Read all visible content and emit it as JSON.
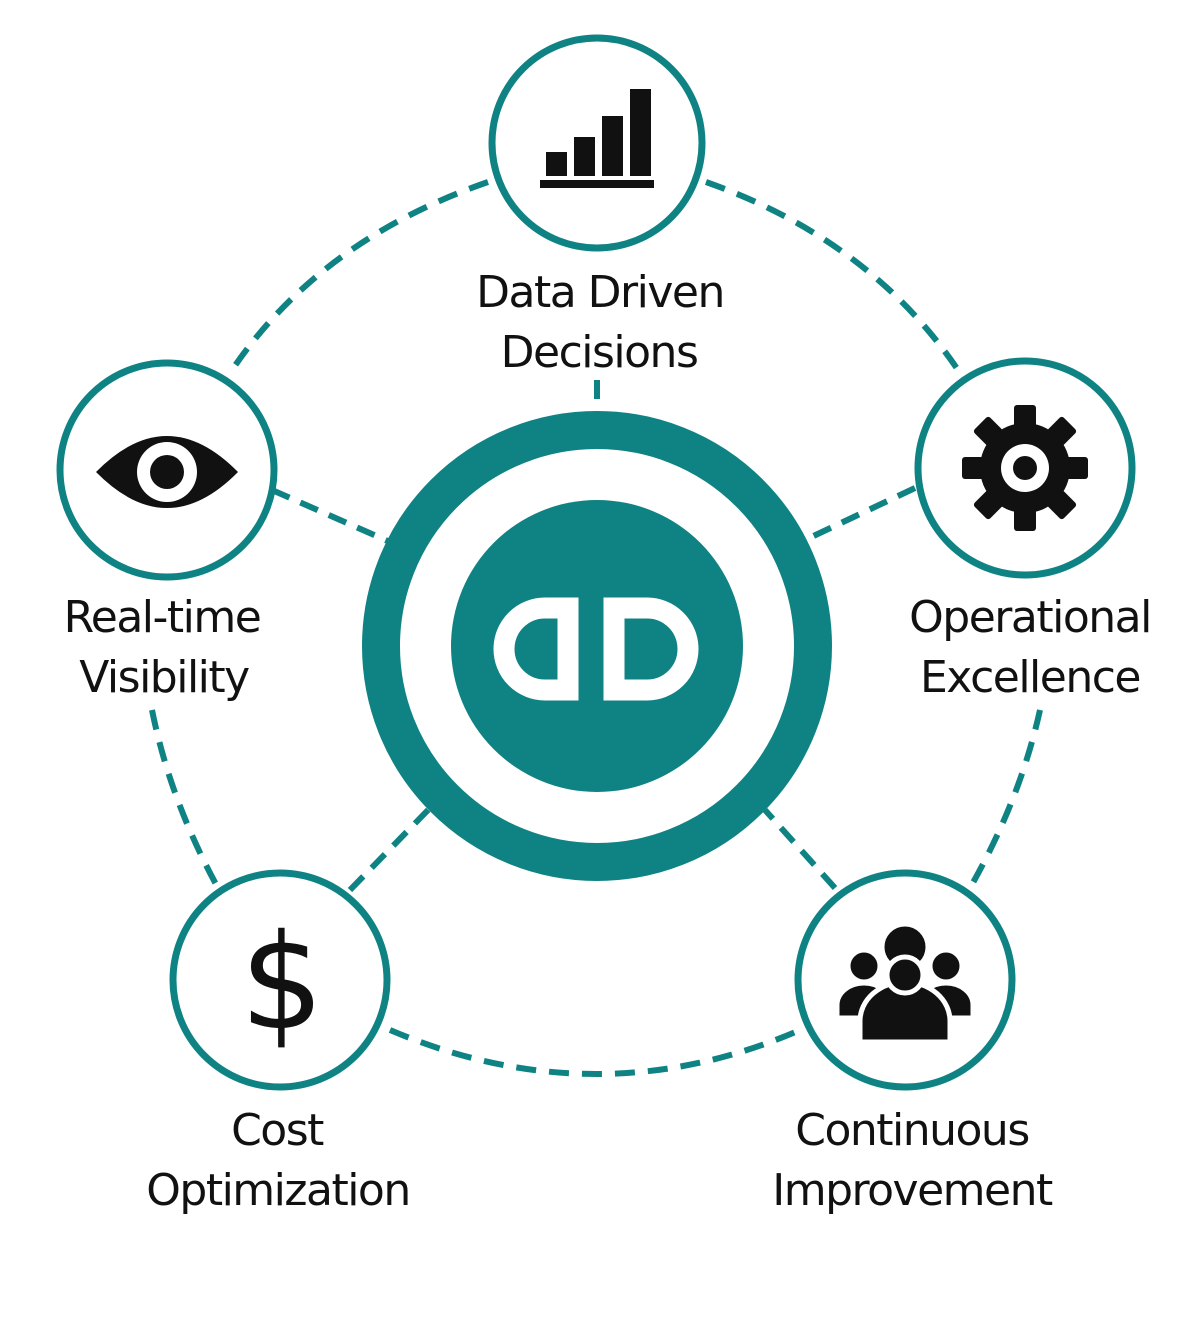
{
  "colors": {
    "accent": "#0f8383",
    "icon": "#111111",
    "background": "#ffffff"
  },
  "center": {
    "logo_icon": "dd-monogram-logo-icon"
  },
  "nodes": [
    {
      "id": "data-driven-decisions",
      "icon": "bar-chart-icon",
      "label_line1": "Data Driven",
      "label_line2": "Decisions"
    },
    {
      "id": "operational-excellence",
      "icon": "gear-icon",
      "label_line1": "Operational",
      "label_line2": "Excellence"
    },
    {
      "id": "continuous-improvement",
      "icon": "people-group-icon",
      "label_line1": "Continuous",
      "label_line2": "Improvement"
    },
    {
      "id": "cost-optimization",
      "icon": "dollar-sign-icon",
      "label_line1": "Cost",
      "label_line2": "Optimization"
    },
    {
      "id": "real-time-visibility",
      "icon": "eye-icon",
      "label_line1": "Real-time",
      "label_line2": "Visibility"
    }
  ]
}
